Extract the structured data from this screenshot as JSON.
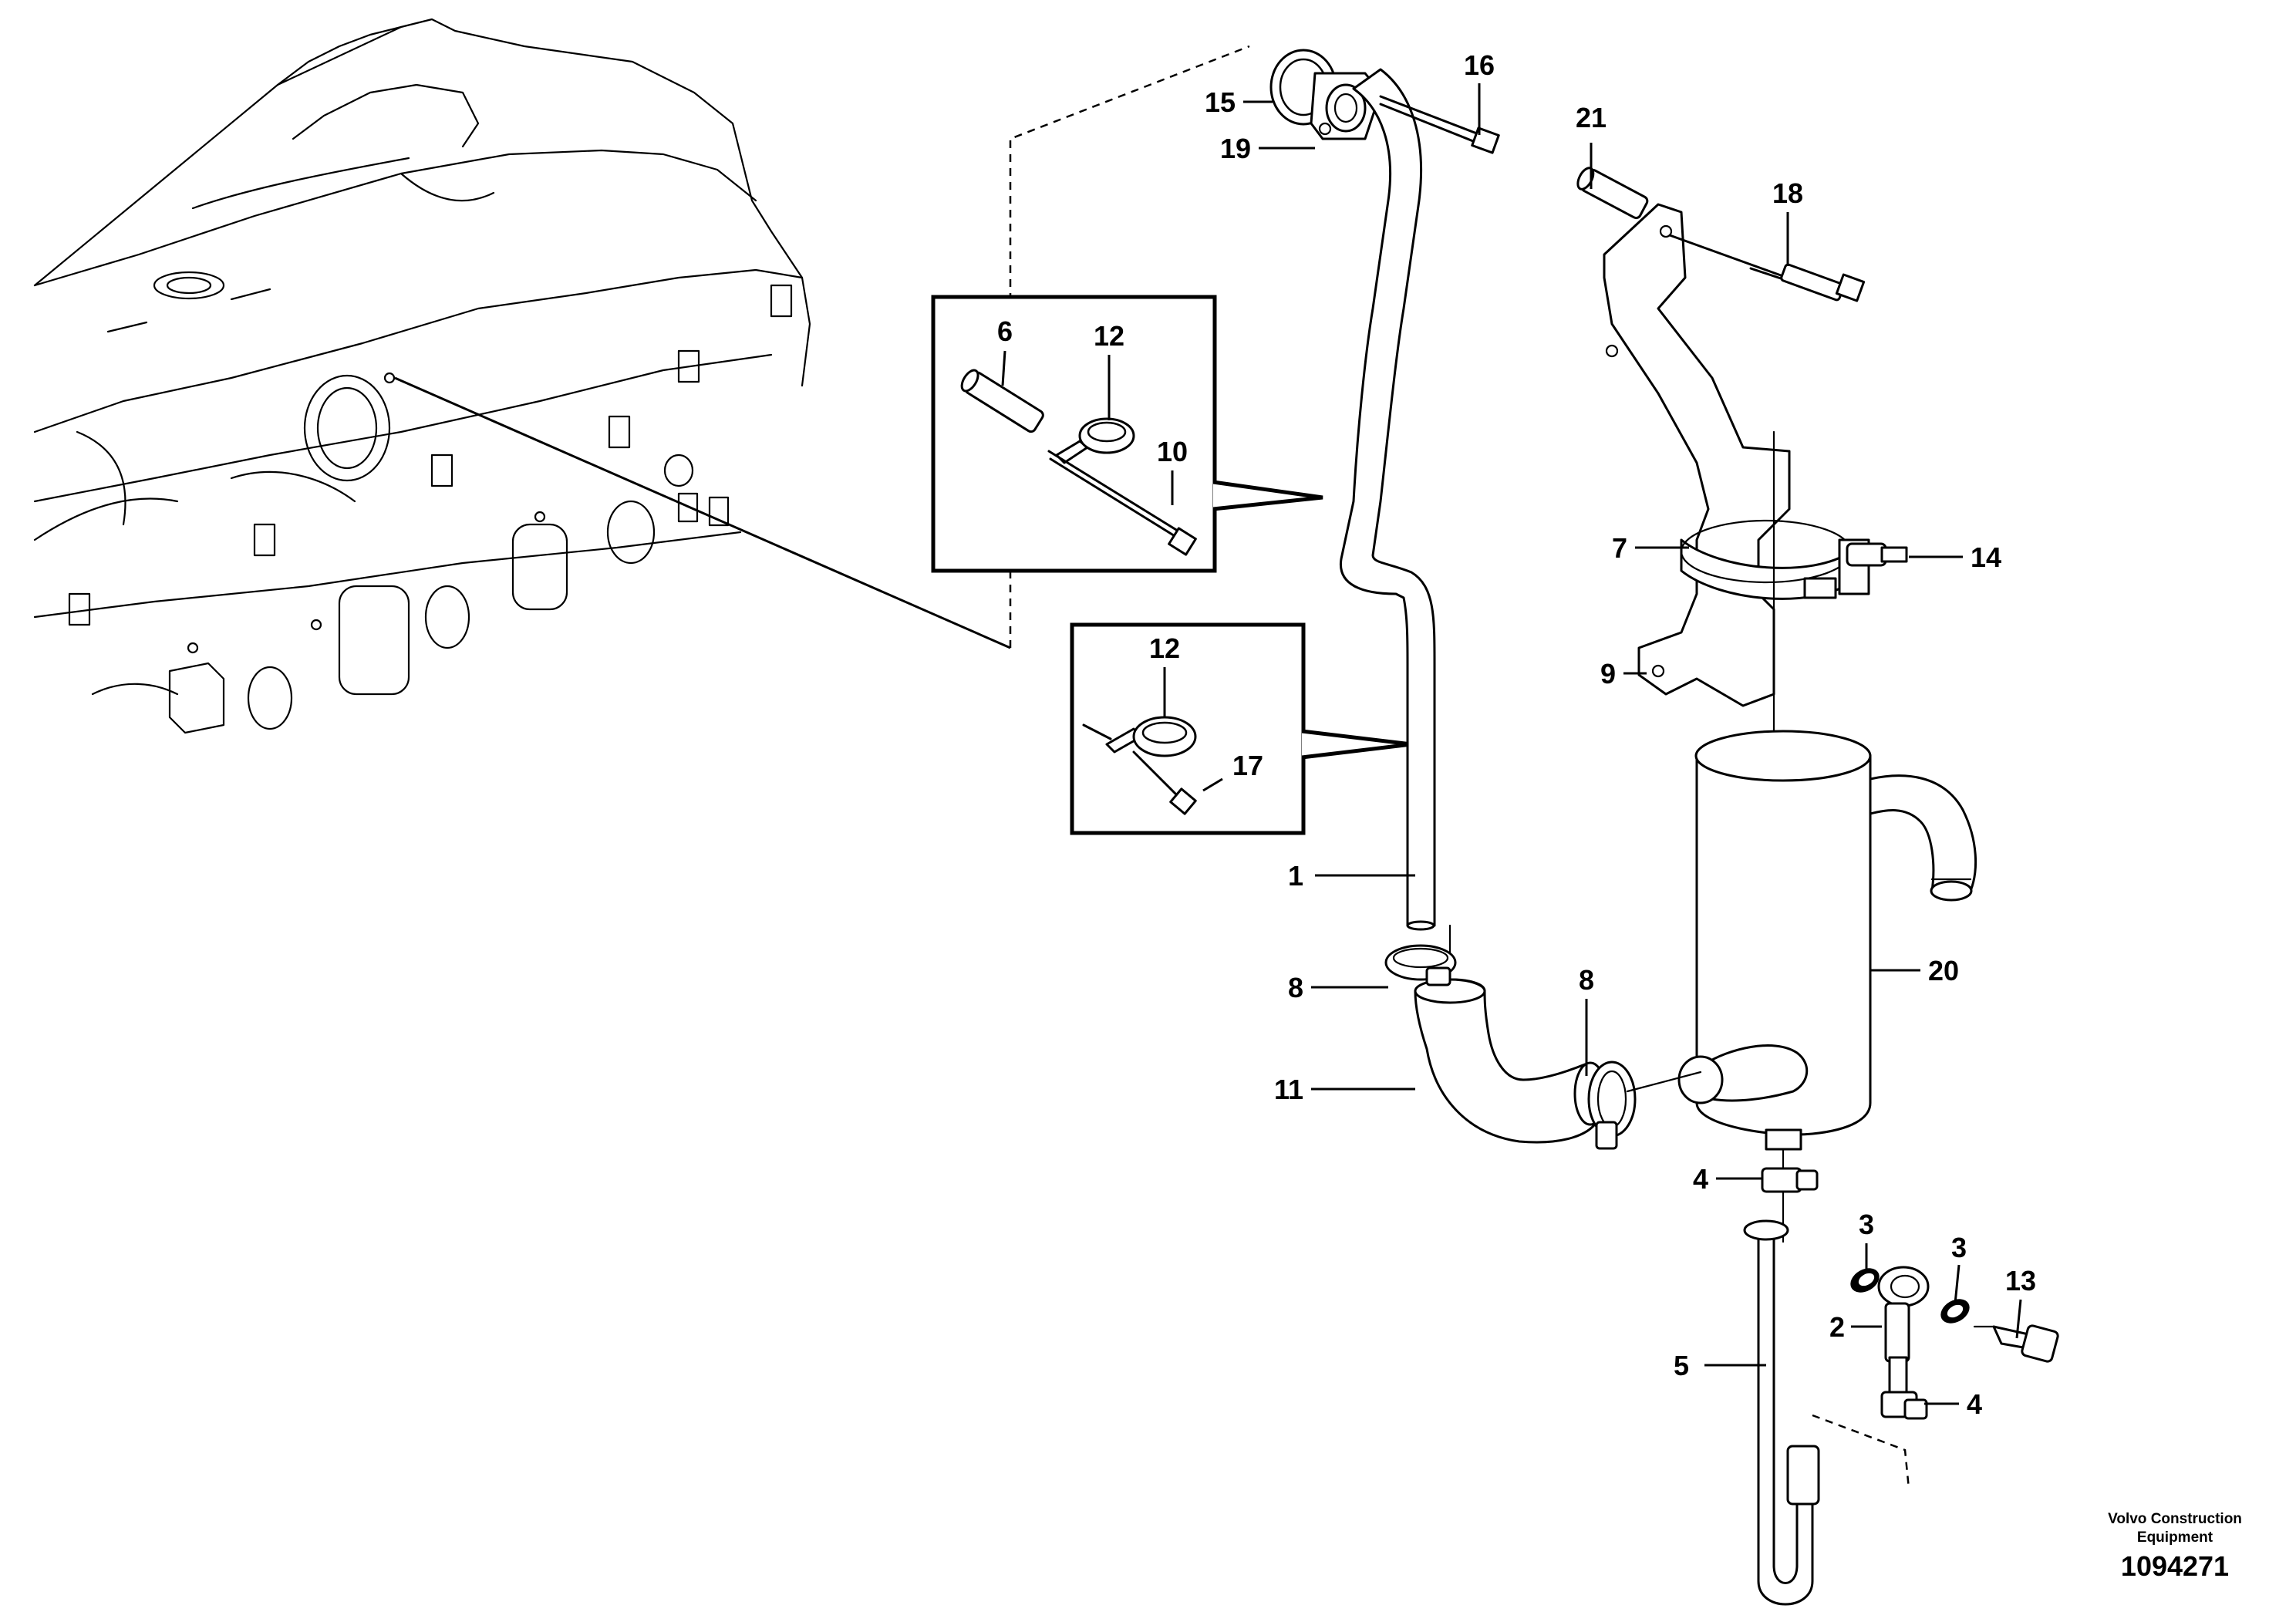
{
  "diagram": {
    "callouts": [
      "1",
      "2",
      "3",
      "3",
      "4",
      "4",
      "5",
      "6",
      "7",
      "8",
      "8",
      "9",
      "10",
      "11",
      "12",
      "12",
      "13",
      "14",
      "15",
      "16",
      "17",
      "18",
      "19",
      "20",
      "21"
    ]
  },
  "footer": {
    "company_line1": "Volvo Construction",
    "company_line2": "Equipment",
    "drawing_number": "1094271"
  }
}
